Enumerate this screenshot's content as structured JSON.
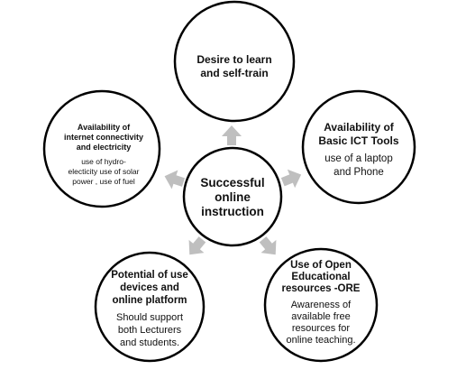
{
  "center": {
    "lines": [
      "Successful",
      "online",
      "instruction"
    ]
  },
  "nodes": {
    "top": {
      "title_lines": [
        "Desire to learn",
        "and self-train"
      ],
      "body_lines": []
    },
    "right": {
      "title_lines": [
        "Availability of",
        "Basic ICT Tools"
      ],
      "body_lines": [
        "use of a laptop",
        "and Phone"
      ]
    },
    "bottom_right": {
      "title_lines": [
        "Use of Open",
        "Educational",
        "resources -ORE"
      ],
      "body_lines": [
        "Awareness of",
        "available  free",
        "resources for",
        "online teaching."
      ]
    },
    "bottom_left": {
      "title_lines": [
        "Potential of use",
        "devices and",
        "online platform"
      ],
      "body_lines": [
        "Should support",
        "both Lecturers",
        "and students."
      ]
    },
    "left": {
      "title_lines": [
        "Availability of",
        "internet connectivity",
        "and electricity"
      ],
      "body_lines": [
        "use of hydro-",
        "electicity use of solar",
        "power , use of fuel"
      ]
    }
  },
  "colors": {
    "circle_stroke": "#000000",
    "arrow_fill": "#bfbfbf"
  }
}
